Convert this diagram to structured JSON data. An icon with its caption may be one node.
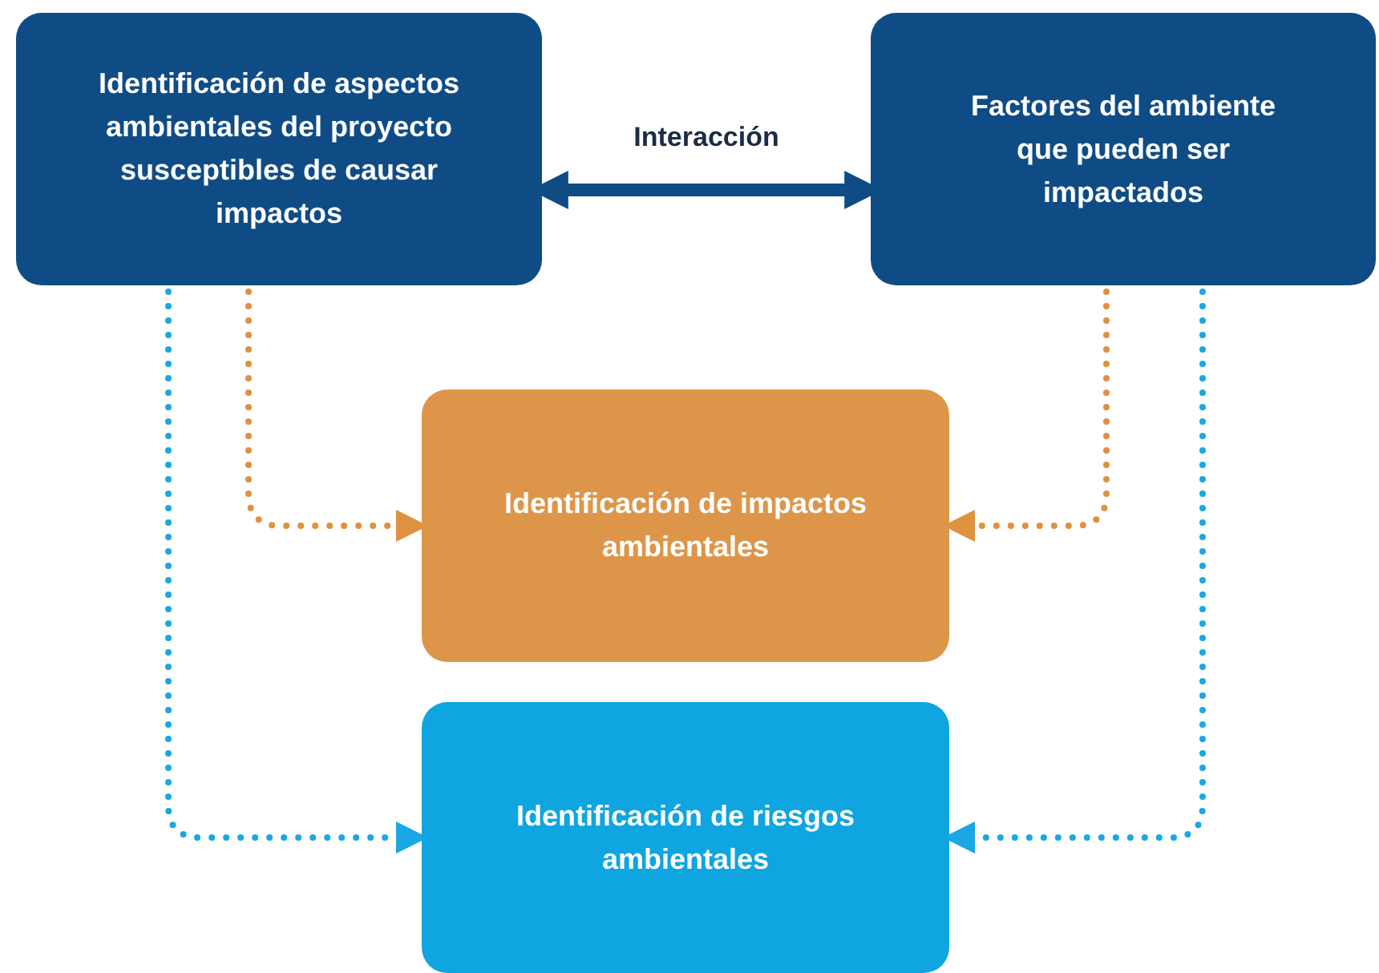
{
  "diagram": {
    "nodes": [
      {
        "text": [
          "Identificación de aspectos ambientales del proyecto susceptibles de causar impactos"
        ]
      },
      {
        "text": [
          "Factores del ambiente que pueden ser impactados"
        ]
      },
      {
        "text": [
          "Identificación de impactos ambientales"
        ]
      },
      {
        "text": [
          "Identificación de riesgos ambientales"
        ]
      }
    ],
    "edges": [
      {
        "from": 0,
        "to": 1,
        "arrow": "both",
        "label": "Interacción",
        "style": "thick",
        "color": "#0f4c85"
      },
      {
        "from": 0,
        "to": 2,
        "arrow": "to",
        "style": "dashed",
        "color": "#e0913f"
      },
      {
        "from": 0,
        "to": 3,
        "arrow": "to",
        "style": "dashed",
        "color": "#1aa7e5"
      },
      {
        "from": 1,
        "to": 2,
        "arrow": "to",
        "style": "dashed",
        "color": "#e0913f"
      },
      {
        "from": 1,
        "to": 3,
        "arrow": "to",
        "style": "dashed",
        "color": "#1aa7e5"
      }
    ]
  }
}
